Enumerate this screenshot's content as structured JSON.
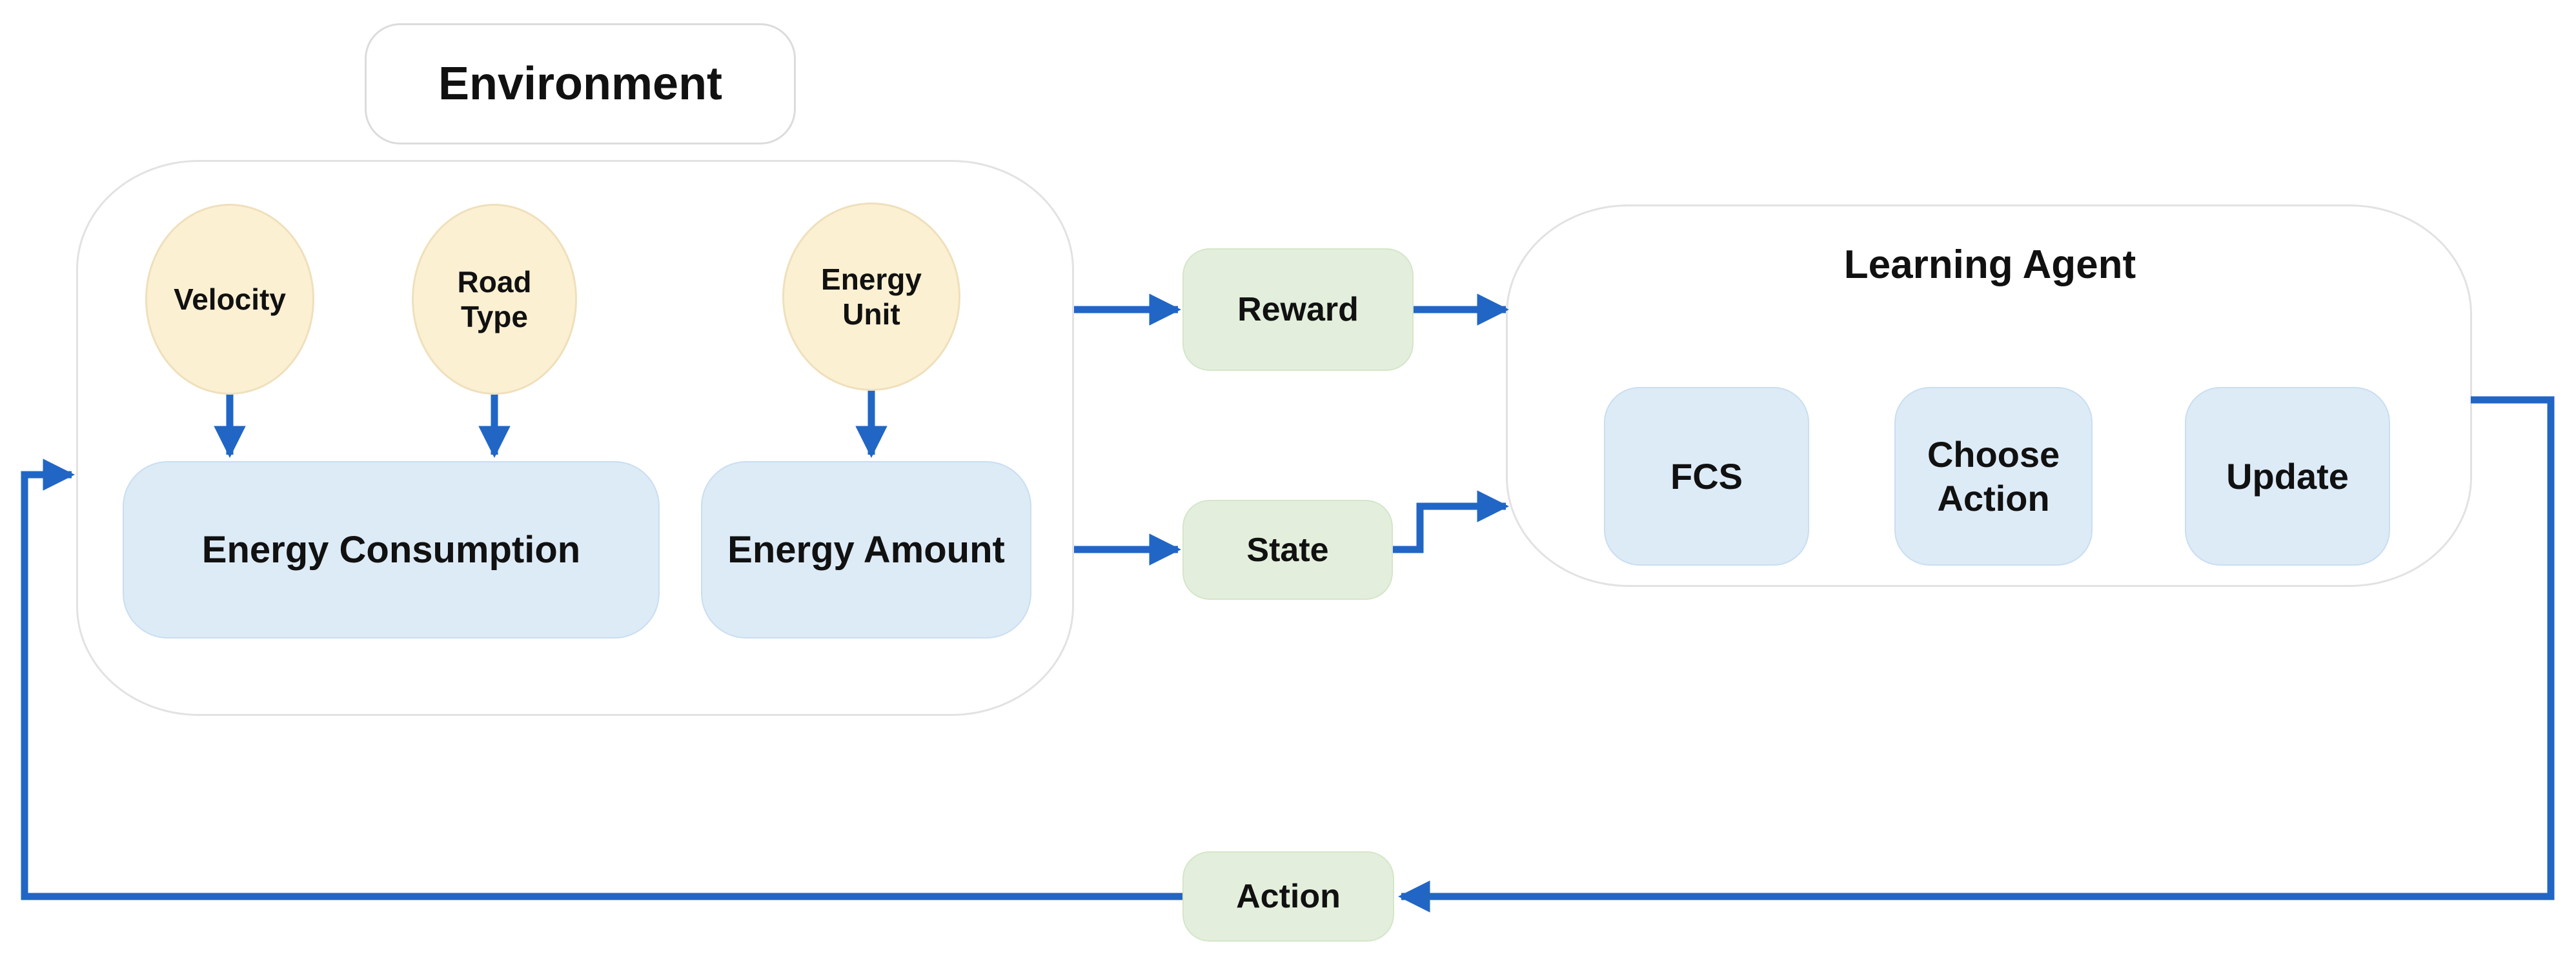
{
  "diagram": {
    "environment": {
      "label": "Environment",
      "inputs": [
        {
          "id": "velocity",
          "label": "Velocity"
        },
        {
          "id": "road-type",
          "label": "Road Type"
        },
        {
          "id": "energy-unit",
          "label": "Energy Unit"
        }
      ],
      "processes": [
        {
          "id": "energy-consumption",
          "label": "Energy Consumption"
        },
        {
          "id": "energy-amount",
          "label": "Energy Amount"
        }
      ]
    },
    "signals": {
      "reward": "Reward",
      "state": "State",
      "action": "Action"
    },
    "learning_agent": {
      "title": "Learning Agent",
      "modules": [
        {
          "id": "fcs",
          "label": "FCS"
        },
        {
          "id": "choose-action",
          "label": "Choose Action"
        },
        {
          "id": "update",
          "label": "Update"
        }
      ]
    },
    "colors": {
      "arrow_blue": "#2166c5",
      "cream_fill": "#fcf0d3",
      "cream_border": "#efe0bc",
      "blue_fill": "#ddebf7",
      "blue_border": "#c9def0",
      "green_fill": "#e3efdc",
      "green_border": "#d4e6c8",
      "container_border": "#e2e2e2",
      "text": "#111111"
    }
  }
}
